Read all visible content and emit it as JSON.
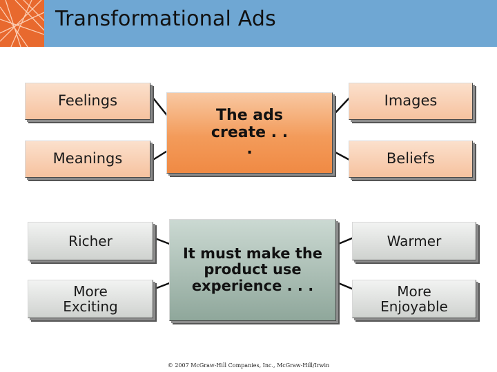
{
  "title": "Transformational Ads",
  "top_group": {
    "left": [
      "Feelings",
      "Meanings"
    ],
    "center": "The ads create . . .",
    "right": [
      "Images",
      "Beliefs"
    ]
  },
  "bottom_group": {
    "left": [
      "Richer",
      "More Exciting"
    ],
    "center": "It must make the product use experience . . .",
    "right": [
      "Warmer",
      "More Enjoyable"
    ]
  },
  "footer": "© 2007 McGraw-Hill Companies, Inc., McGraw-Hill/Irwin",
  "colors": {
    "header_blue": "#6fa7d3",
    "logo_orange": "#e8692e",
    "peach_box": "#f6c29f",
    "center_orange": "#f39b5a",
    "grey_box": "#dcdfdc",
    "center_green": "#8fa79b"
  }
}
